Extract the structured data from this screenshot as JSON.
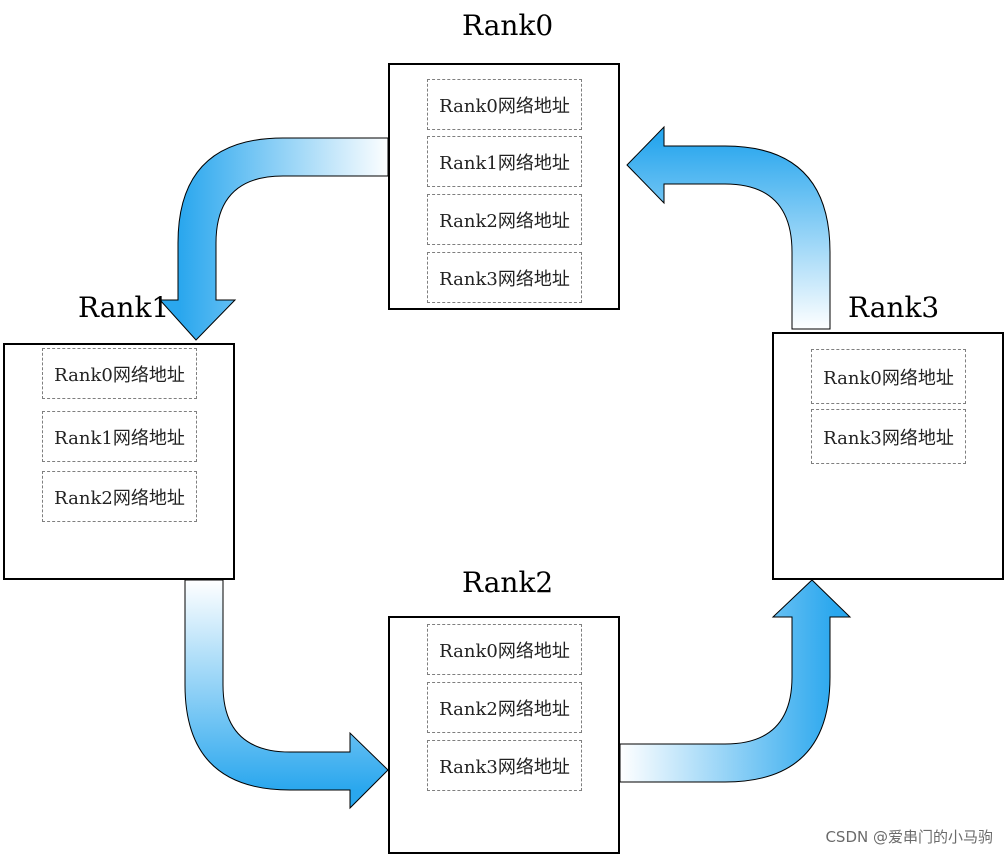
{
  "diagram": {
    "ranks": [
      {
        "id": "rank0",
        "title": "Rank0",
        "addresses": [
          "Rank0网络地址",
          "Rank1网络地址",
          "Rank2网络地址",
          "Rank3网络地址"
        ]
      },
      {
        "id": "rank1",
        "title": "Rank1",
        "addresses": [
          "Rank0网络地址",
          "Rank1网络地址",
          "Rank2网络地址"
        ]
      },
      {
        "id": "rank2",
        "title": "Rank2",
        "addresses": [
          "Rank0网络地址",
          "Rank2网络地址",
          "Rank3网络地址"
        ]
      },
      {
        "id": "rank3",
        "title": "Rank3",
        "addresses": [
          "Rank0网络地址",
          "Rank3网络地址"
        ]
      }
    ],
    "flows": [
      {
        "from": "Rank0",
        "to": "Rank1"
      },
      {
        "from": "Rank1",
        "to": "Rank2"
      },
      {
        "from": "Rank2",
        "to": "Rank3"
      },
      {
        "from": "Rank3",
        "to": "Rank0"
      }
    ]
  },
  "colors": {
    "arrow_dark": "#2aa7ee",
    "arrow_light": "#ffffff",
    "box_border": "#000000",
    "addr_border": "#7f7f7f"
  },
  "watermark": "CSDN @爱串门的小马驹"
}
